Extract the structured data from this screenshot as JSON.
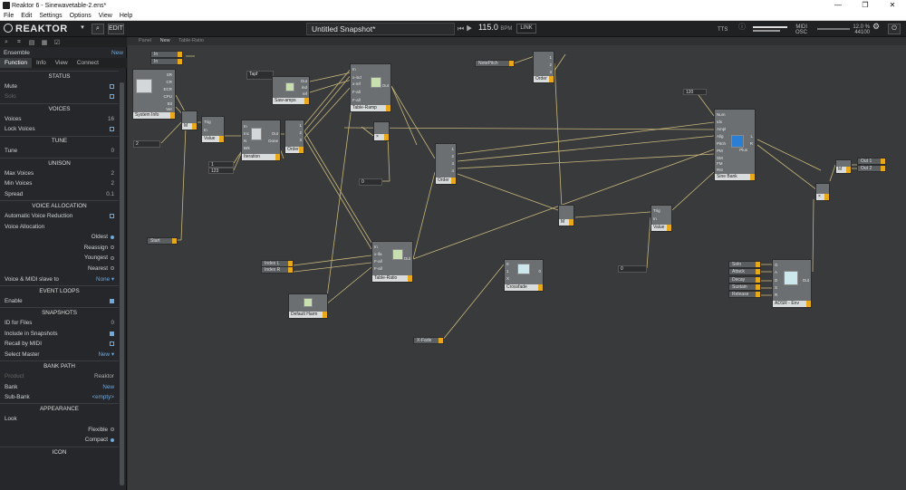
{
  "window": {
    "title": "Reaktor 6 - Sinewavetable-2.ens*"
  },
  "menu": [
    "File",
    "Edit",
    "Settings",
    "Options",
    "View",
    "Help"
  ],
  "toolbar": {
    "logo": "REAKTOR",
    "edit_label": "EDIT",
    "snapshot": "Untitled Snapshot*",
    "tempo": "115.0",
    "tempo_unit": "BPM",
    "link_label": "LINK",
    "tts": "TTS",
    "midi_label": "MIDI",
    "osc_label": "OSC",
    "cpu_percent": "12.0 %",
    "sample_rate": "44100"
  },
  "sidepanel": {
    "ensemble_label": "Ensemble",
    "ensemble_value": "New",
    "tabs": [
      "Function",
      "Info",
      "View",
      "Connect"
    ],
    "rows": [
      {
        "type": "section",
        "label": "STATUS"
      },
      {
        "type": "check",
        "label": "Mute",
        "on": false
      },
      {
        "type": "check",
        "label": "Solo",
        "on": false,
        "dim": true
      },
      {
        "type": "section",
        "label": "VOICES"
      },
      {
        "type": "value",
        "label": "Voices",
        "value": "16"
      },
      {
        "type": "check",
        "label": "Lock Voices",
        "on": false
      },
      {
        "type": "section",
        "label": "TUNE"
      },
      {
        "type": "value",
        "label": "Tune",
        "value": "0"
      },
      {
        "type": "section",
        "label": "UNISON"
      },
      {
        "type": "value",
        "label": "Max Voices",
        "value": "2"
      },
      {
        "type": "value",
        "label": "Min Voices",
        "value": "2"
      },
      {
        "type": "value",
        "label": "Spread",
        "value": "0.1"
      },
      {
        "type": "section",
        "label": "VOICE ALLOCATION"
      },
      {
        "type": "check",
        "label": "Automatic Voice Reduction",
        "on": false
      },
      {
        "type": "plain",
        "label": "Voice Allocation"
      },
      {
        "type": "radio",
        "label": "Oldest",
        "on": true
      },
      {
        "type": "radio",
        "label": "Reassign",
        "on": false
      },
      {
        "type": "radio",
        "label": "Youngest",
        "on": false
      },
      {
        "type": "radio",
        "label": "Nearest",
        "on": false
      },
      {
        "type": "value",
        "label": "Voice & MIDI slave to",
        "value": "None ▾",
        "blue": true
      },
      {
        "type": "section",
        "label": "EVENT LOOPS"
      },
      {
        "type": "check",
        "label": "Enable",
        "on": true
      },
      {
        "type": "section",
        "label": "SNAPSHOTS"
      },
      {
        "type": "value",
        "label": "ID for Files",
        "value": "0"
      },
      {
        "type": "check",
        "label": "Include in Snapshots",
        "on": true
      },
      {
        "type": "check",
        "label": "Recall by MIDI",
        "on": false
      },
      {
        "type": "value",
        "label": "Select Master",
        "value": "New ▾",
        "blue": true
      },
      {
        "type": "section",
        "label": "BANK PATH"
      },
      {
        "type": "value",
        "label": "Product",
        "value": "Reaktor",
        "dim": true
      },
      {
        "type": "value",
        "label": "Bank",
        "value": "New",
        "blue": true
      },
      {
        "type": "value",
        "label": "Sub-Bank",
        "value": "<empty>",
        "blue": true
      },
      {
        "type": "section",
        "label": "APPEARANCE"
      },
      {
        "type": "plain",
        "label": "Look"
      },
      {
        "type": "radio",
        "label": "Flexible",
        "on": false
      },
      {
        "type": "radio",
        "label": "Compact",
        "on": true
      },
      {
        "type": "section",
        "label": "ICON"
      }
    ]
  },
  "breadcrumb": [
    "Panel",
    "New",
    "Table-Ratio"
  ],
  "modules": {
    "in1": "In",
    "in2": "In",
    "sysinfo": {
      "label": "System Info",
      "ports": [
        "SR",
        "CR",
        "ECR",
        "CPU",
        "Bit",
        "Ver"
      ]
    },
    "tapf": "Tapf",
    "saw": {
      "label": "Saw-amps",
      "ports": [
        "Out",
        "ind",
        "ref"
      ]
    },
    "tramp": {
      "label": "Table-Ramp",
      "ports": [
        "In",
        "x-ind",
        "x-ref",
        "F-all",
        "F-all",
        "Out"
      ]
    },
    "notepitch": "NotePitch",
    "order1": {
      "label": "Order",
      "ports": [
        "1",
        "2",
        "3"
      ]
    },
    "val1": {
      "label": "Value",
      "ports": [
        "Trig",
        "In"
      ]
    },
    "iter": {
      "label": "Iteration",
      "ports": [
        "In",
        "Inc",
        "N",
        "Brk",
        "Out",
        "Done"
      ]
    },
    "order2": {
      "label": "Order",
      "ports": [
        "1",
        "2",
        "3"
      ]
    },
    "order3": {
      "label": "Order",
      "ports": [
        "1",
        "2",
        "3",
        "4"
      ]
    },
    "sinebank": {
      "label": "Sine Bank",
      "ports": [
        "Num",
        "Idx",
        "Ampl",
        "Alig",
        "Pitch",
        "PM",
        "SM",
        "FM",
        "Rst",
        "L",
        "R",
        "Plus"
      ]
    },
    "val2": {
      "label": "Value",
      "ports": [
        "Trig",
        "In"
      ]
    },
    "tratio": {
      "label": "Table-Ratio",
      "ports": [
        "In",
        "x-ifa",
        "F-all",
        "F-all",
        "Out"
      ]
    },
    "crossfade": {
      "label": "Crossfade",
      "ports": [
        "0",
        "1",
        "X",
        "0"
      ]
    },
    "defharm": "Default Harm",
    "adsr": {
      "label": "ADSR - Env",
      "ports": [
        "G",
        "A",
        "D",
        "S",
        "R",
        "Out"
      ]
    },
    "knobs": [
      "Solo",
      "Attack",
      "Decay",
      "Sustain",
      "Release"
    ],
    "indexL": "Index L",
    "indexR": "Index R",
    "xfade": "X-Fade",
    "start": "Start",
    "out1": "Out",
    "out2": "Out",
    "consts": [
      "120",
      "1",
      "123",
      "0",
      "0",
      "0",
      "1",
      "2"
    ]
  }
}
